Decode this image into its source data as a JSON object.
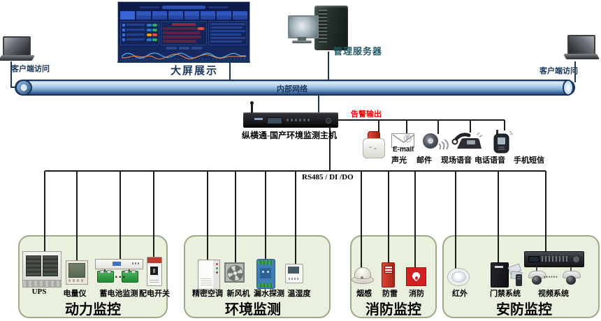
{
  "colors": {
    "navy": "#17365d",
    "server_label_teal": "#215868",
    "alarm_red": "#ff0000",
    "group_box_fill": "#e9f0dd",
    "group_box_border": "#9cab86",
    "pipe_blue": "#7fa8d0",
    "line_black": "#1c1c1c"
  },
  "nodes": {
    "client_left": "客户端访问",
    "big_screen": "大屏展示",
    "server": "管理服务器",
    "client_right": "客户端访问",
    "network": "内部网络",
    "host": "纵横通-国产环境监测主机"
  },
  "alarm": {
    "title": "告警输出",
    "email_stamp": "E",
    "email_caption": "E-mail",
    "outputs": [
      {
        "icon": "siren-icon",
        "label": "声光"
      },
      {
        "icon": "email-icon",
        "label": "邮件"
      },
      {
        "icon": "speaker-icon",
        "label": "现场语音"
      },
      {
        "icon": "telephone-icon",
        "label": "电话语音"
      },
      {
        "icon": "mobile-phone-icon",
        "label": "手机短信"
      }
    ]
  },
  "bus_label": "RS485 / DI /DO",
  "groups": [
    {
      "title": "动力监控",
      "items": [
        "UPS",
        "电量仪",
        "蓄电池监测",
        "配电开关"
      ]
    },
    {
      "title": "环境监测",
      "items": [
        "精密空调",
        "新风机",
        "漏水探测",
        "温湿度"
      ]
    },
    {
      "title": "消防监控",
      "items": [
        "烟感",
        "防雷",
        "消防"
      ]
    },
    {
      "title": "安防监控",
      "items": [
        "红外",
        "门禁系统",
        "视频系统"
      ]
    }
  ],
  "decor": {
    "battery_dots": "···",
    "camera_dots": "······"
  }
}
